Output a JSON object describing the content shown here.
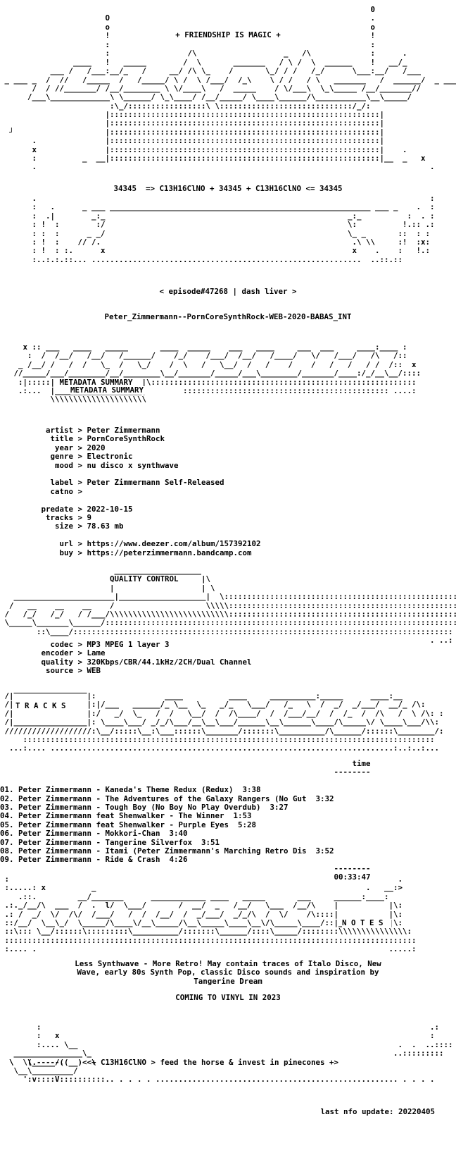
{
  "banner": {
    "slogan": "+ FRIENDSHIP IS MAGIC +",
    "formula": "34345  => C13H16ClNO + 34345 + C13H16ClNO <= 34345"
  },
  "episode": "< episode#47268 | dash liver >",
  "release_name": "Peter_Zimmermann--PornCoreSynthRock-WEB-2020-BABAS_INT",
  "sections": {
    "metadata": "METADATA SUMMARY",
    "quality": "QUALITY CONTROL",
    "tracks": "T R A C K S",
    "notes": "N O T E S"
  },
  "metadata": {
    "artist": "Peter Zimmermann",
    "title": "PornCoreSynthRock",
    "year": "2020",
    "genre": "Electronic",
    "mood": "nu disco x synthwave",
    "label": "Peter Zimmermann Self-Released",
    "catno": "",
    "predate": "2022-10-15",
    "tracks": "9",
    "size": "78.63 mb",
    "url": "https://www.deezer.com/album/157392102",
    "buy": "https://peterzimmermann.bandcamp.com"
  },
  "quality": {
    "codec": "MP3 MPEG 1 layer 3",
    "encoder": "Lame",
    "quality": "320Kbps/CBR/44.1kHz/2CH/Dual Channel",
    "source": "WEB"
  },
  "tracklist": {
    "time_header": "time",
    "total": "00:33:47",
    "items": [
      {
        "title": "01. Peter Zimmermann - Kaneda's Theme Redux (Redux)",
        "time": "3:38"
      },
      {
        "title": "02. Peter Zimmermann - The Adventures of the Galaxy Rangers (No Gut",
        "time": "3:32"
      },
      {
        "title": "03. Peter Zimmermann - Tough Boy (No Boy No Play Overdub)",
        "time": "3:27"
      },
      {
        "title": "04. Peter Zimmermann feat Shenwalker - The Winner",
        "time": "1:53"
      },
      {
        "title": "05. Peter Zimmermann feat Shenwalker - Purple Eyes",
        "time": "5:28"
      },
      {
        "title": "06. Peter Zimmermann - Mokkori-Chan",
        "time": "3:40"
      },
      {
        "title": "07. Peter Zimmermann - Tangerine Silverfox",
        "time": "3:51"
      },
      {
        "title": "08. Peter Zimmermann - Itami (Peter Zimmermann's Marching Retro Dis",
        "time": "3:52"
      },
      {
        "title": "09. Peter Zimmermann - Ride & Crash",
        "time": "4:26"
      }
    ]
  },
  "notes": {
    "line1": "Less Synthwave - More Retro! May contain traces of Italo Disco, New",
    "line2": "Wave, early 80s Synth Pop, classic Disco sounds and inspiration by",
    "line3": "Tangerine Dream",
    "vinyl": "COMING TO VINYL IN 2023"
  },
  "footer": {
    "tagline": "<<+ C13H16ClNO > feed the horse & invest in pinecones +>",
    "update": "last nfo update: 20220405"
  }
}
